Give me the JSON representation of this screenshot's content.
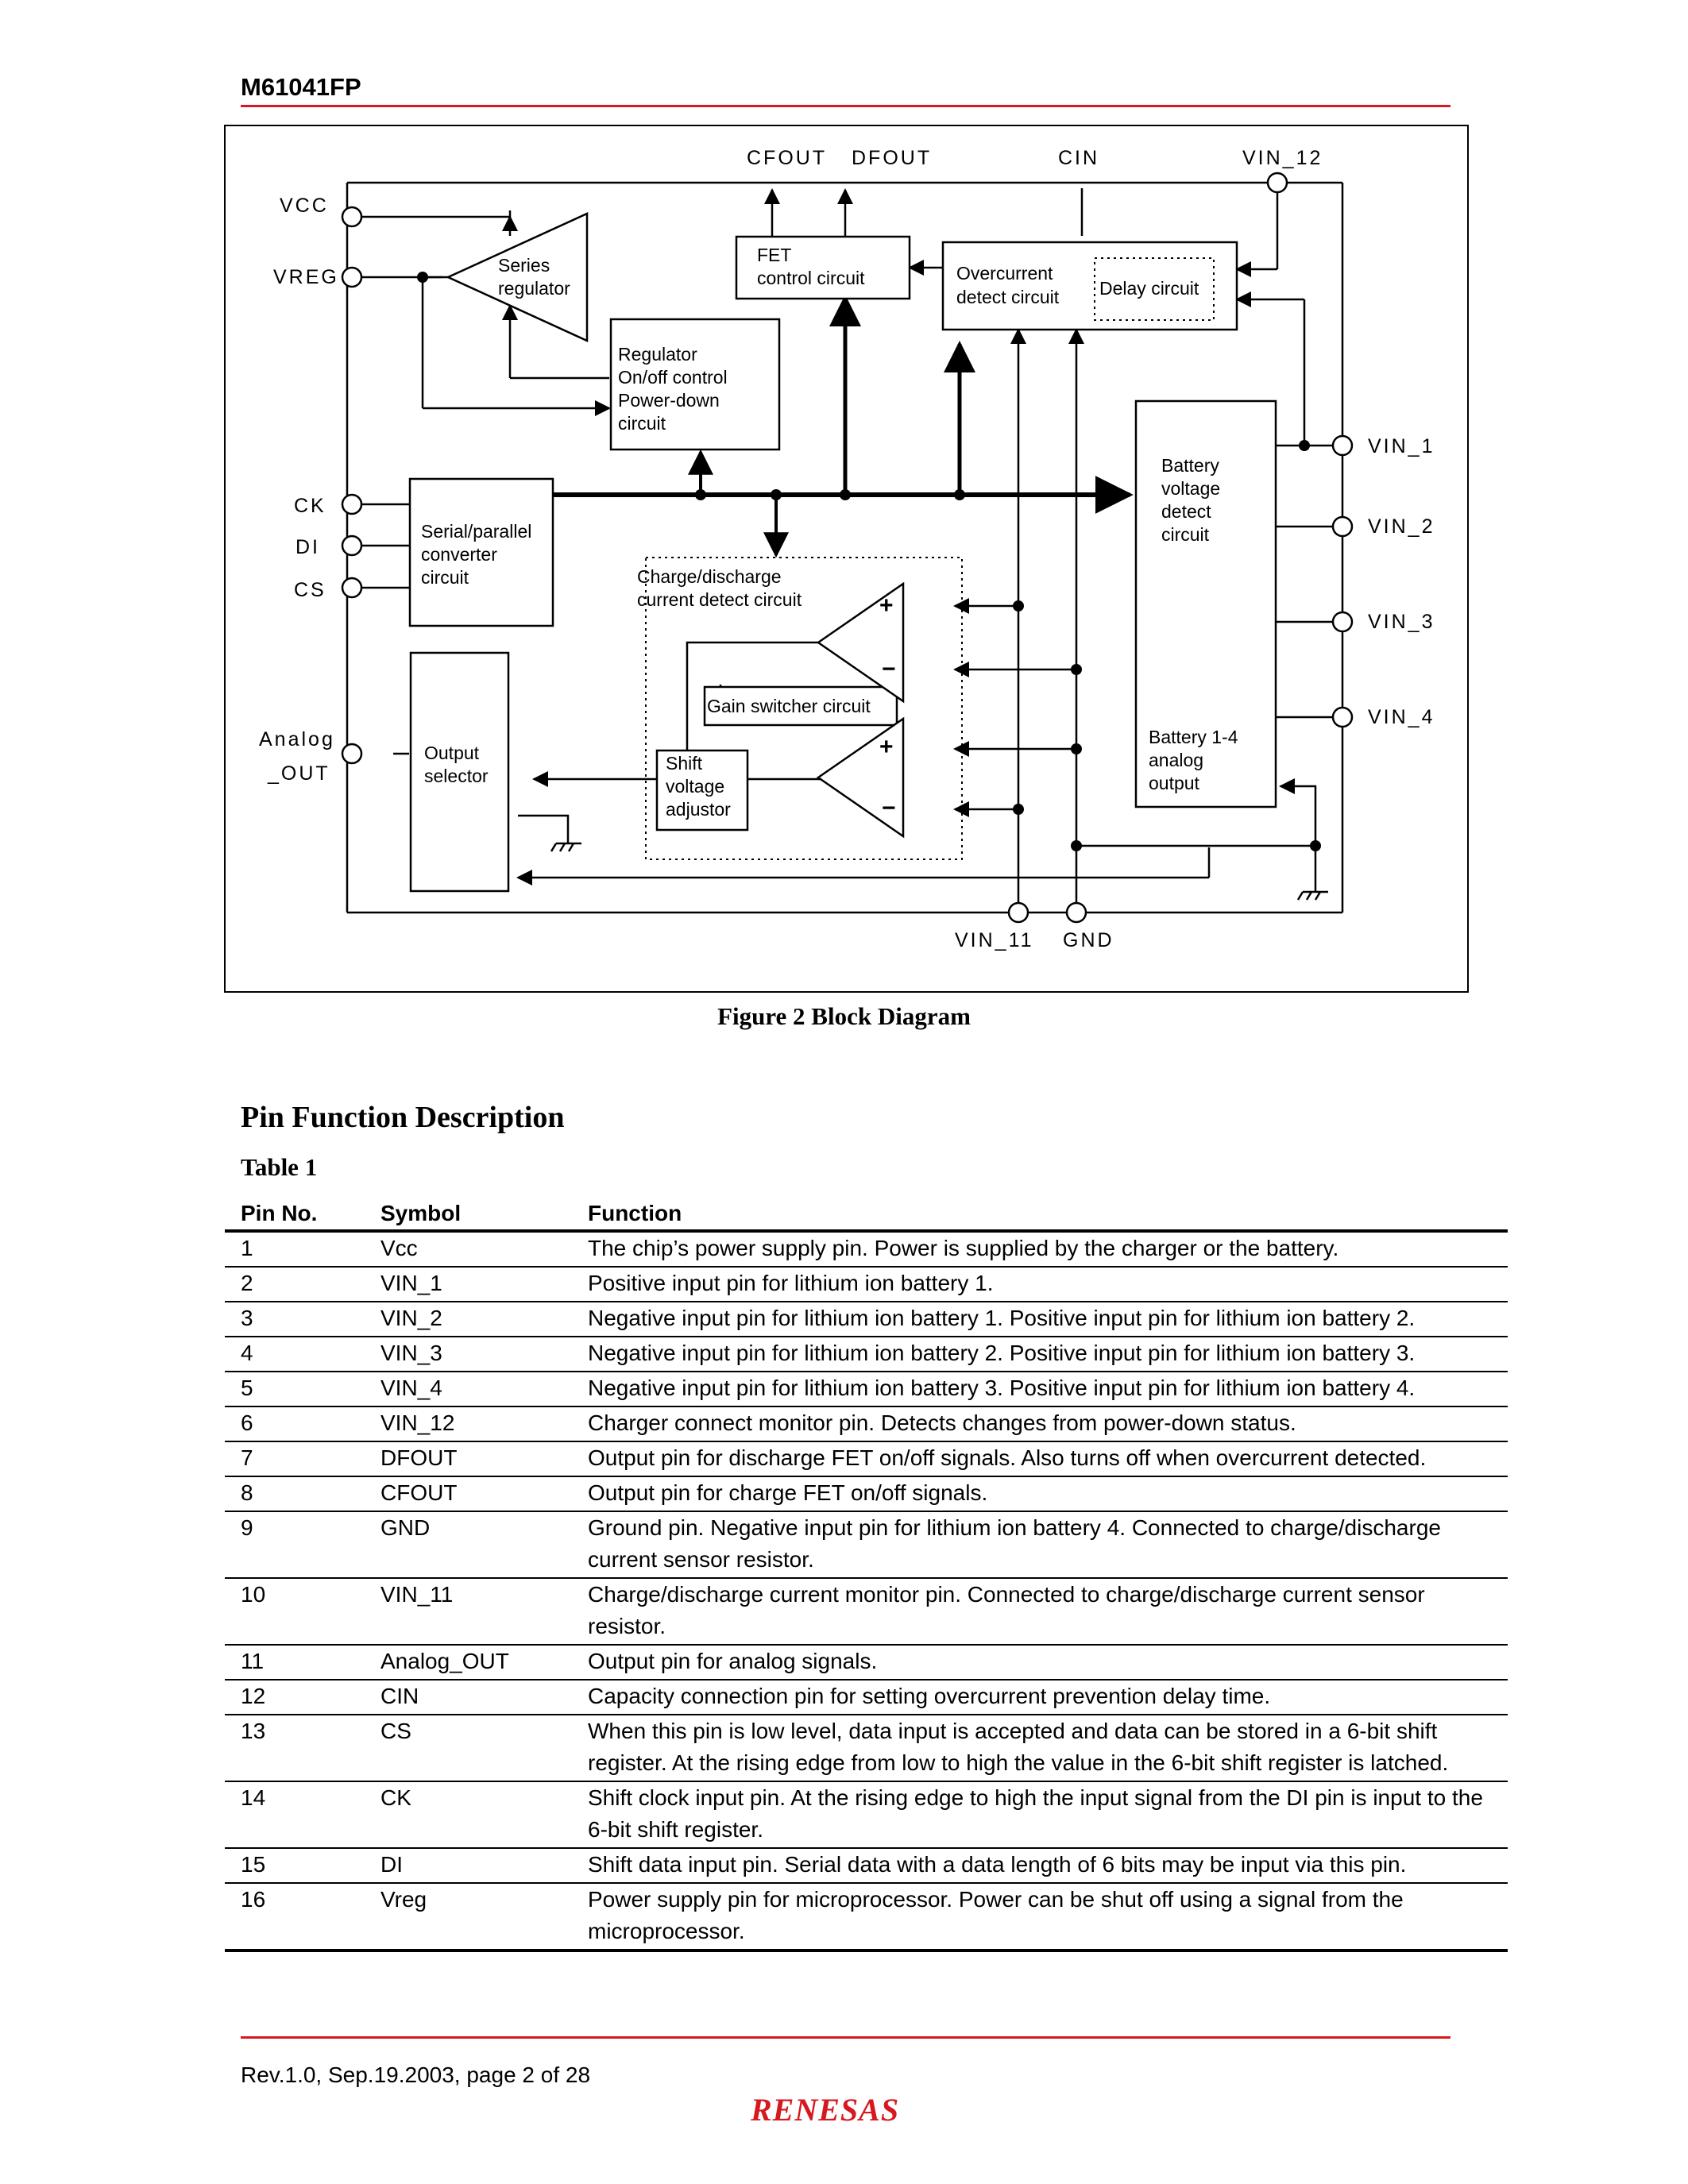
{
  "header": {
    "title": "M61041FP"
  },
  "diagram": {
    "pins": {
      "vcc": "VCC",
      "vreg": "VREG",
      "ck": "CK",
      "di": "DI",
      "cs": "CS",
      "analog_out_1": "Analog",
      "analog_out_2": "_OUT",
      "cfout": "CFOUT",
      "dfout": "DFOUT",
      "cin": "CIN",
      "vin_12": "VIN_12",
      "vin_1": "VIN_1",
      "vin_2": "VIN_2",
      "vin_3": "VIN_3",
      "vin_4": "VIN_4",
      "vin_11": "VIN_11",
      "gnd": "GND"
    },
    "blocks": {
      "series_regulator": [
        "Series",
        "regulator"
      ],
      "fet_control": [
        "FET",
        "control circuit"
      ],
      "overcurrent": [
        "Overcurrent",
        "detect circuit"
      ],
      "delay": "Delay circuit",
      "regulator_control": [
        "Regulator",
        "On/off control",
        "Power-down",
        "circuit"
      ],
      "serial_parallel": [
        "Serial/parallel",
        "converter",
        "circuit"
      ],
      "charge_discharge": [
        "Charge/discharge",
        "current detect circuit"
      ],
      "gain_switcher": "Gain switcher circuit",
      "battery_voltage": [
        "Battery",
        "voltage",
        "detect",
        "circuit"
      ],
      "battery_analog": [
        "Battery 1-4",
        "analog",
        "output"
      ],
      "output_selector": [
        "Output",
        "selector"
      ],
      "shift_voltage": [
        "Shift",
        "voltage",
        "adjustor"
      ]
    },
    "signs": {
      "plus": "+",
      "minus": "−"
    }
  },
  "figure_caption": "Figure 2  Block Diagram",
  "section_title": "Pin Function Description",
  "table_label": "Table 1",
  "table": {
    "headers": [
      "Pin No.",
      "Symbol",
      "Function"
    ],
    "rows": [
      [
        "1",
        "Vcc",
        "The chip’s power supply pin. Power is supplied by the charger or the battery."
      ],
      [
        "2",
        "VIN_1",
        "Positive input pin for lithium ion battery 1."
      ],
      [
        "3",
        "VIN_2",
        "Negative input pin for lithium ion battery 1. Positive input pin for lithium ion battery 2."
      ],
      [
        "4",
        "VIN_3",
        "Negative input pin for lithium ion battery 2. Positive input pin for lithium ion battery 3."
      ],
      [
        "5",
        "VIN_4",
        "Negative input pin for lithium ion battery 3. Positive input pin for lithium ion battery 4."
      ],
      [
        "6",
        "VIN_12",
        "Charger connect monitor pin. Detects changes from power-down status."
      ],
      [
        "7",
        "DFOUT",
        "Output pin for discharge FET on/off signals. Also turns off when overcurrent detected."
      ],
      [
        "8",
        "CFOUT",
        "Output pin for charge FET on/off signals."
      ],
      [
        "9",
        "GND",
        "Ground pin. Negative input pin for lithium ion battery 4. Connected to charge/discharge current sensor resistor."
      ],
      [
        "10",
        "VIN_11",
        "Charge/discharge current monitor pin. Connected to charge/discharge current sensor resistor."
      ],
      [
        "11",
        "Analog_OUT",
        "Output pin for analog signals."
      ],
      [
        "12",
        "CIN",
        "Capacity connection pin for setting overcurrent prevention delay time."
      ],
      [
        "13",
        "CS",
        "When this pin is low level, data input is accepted and data can be stored in a 6-bit shift register. At the rising edge from low to high the value in the 6-bit shift register is latched."
      ],
      [
        "14",
        "CK",
        "Shift clock input pin. At the rising edge to high the input signal from the DI pin is input to the 6-bit shift register."
      ],
      [
        "15",
        "DI",
        "Shift data input pin. Serial data with a data length of 6 bits may be input via this pin."
      ],
      [
        "16",
        "Vreg",
        "Power supply pin for microprocessor. Power can be shut off using a signal from the microprocessor."
      ]
    ]
  },
  "footer": {
    "revision": "Rev.1.0,  Sep.19.2003,  page 2 of 28",
    "logo": "RENESAS"
  },
  "colors": {
    "accent_red": "#d6191e"
  }
}
